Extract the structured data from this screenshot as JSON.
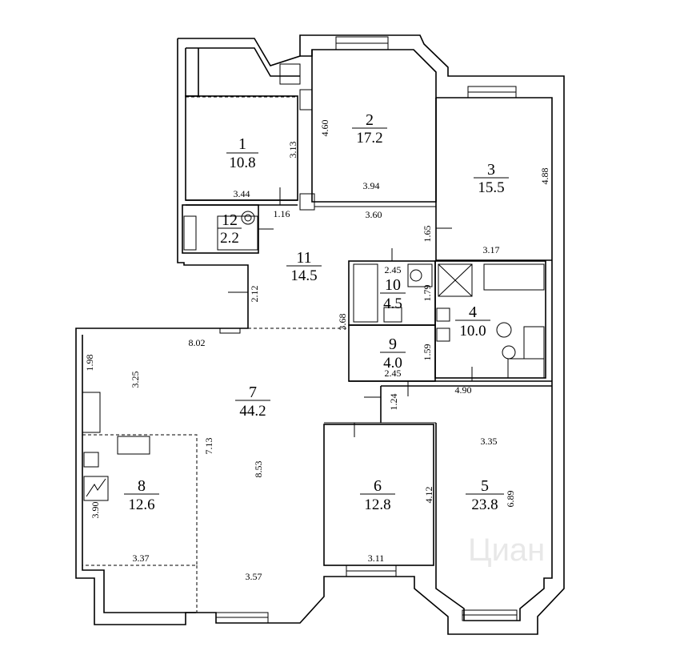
{
  "rooms": [
    {
      "num": "1",
      "area": "10.8"
    },
    {
      "num": "2",
      "area": "17.2"
    },
    {
      "num": "3",
      "area": "15.5"
    },
    {
      "num": "4",
      "area": "10.0"
    },
    {
      "num": "5",
      "area": "23.8"
    },
    {
      "num": "6",
      "area": "12.8"
    },
    {
      "num": "7",
      "area": "44.2"
    },
    {
      "num": "8",
      "area": "12.6"
    },
    {
      "num": "9",
      "area": "4.0"
    },
    {
      "num": "10",
      "area": "4.5"
    },
    {
      "num": "11",
      "area": "14.5"
    },
    {
      "num": "12",
      "area": "2.2"
    }
  ],
  "dims": [
    "3.13",
    "4.60",
    "3.44",
    "1.16",
    "3.94",
    "3.60",
    "4.88",
    "1.65",
    "3.17",
    "2.45",
    "1.79",
    "2.12",
    "3.68",
    "8.02",
    "1.59",
    "1.98",
    "3.25",
    "2.45",
    "4.90",
    "1.24",
    "7.13",
    "8.53",
    "3.35",
    "4.12",
    "6.89",
    "3.90",
    "3.37",
    "3.11",
    "3.57"
  ],
  "watermark": "Циан"
}
